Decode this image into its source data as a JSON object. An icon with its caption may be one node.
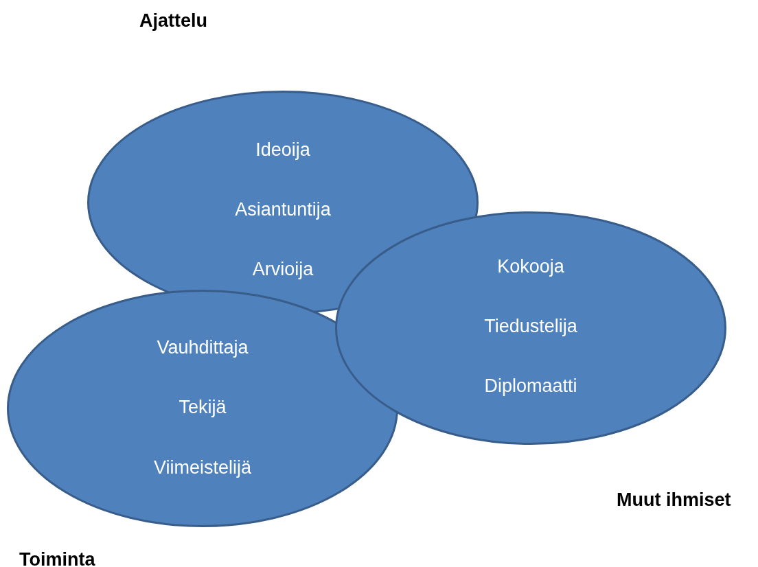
{
  "diagram": {
    "nodes": [
      {
        "text": [
          "Ideoija",
          "Asiantuntija",
          "Arvioija"
        ]
      },
      {
        "text": [
          "Kokooja",
          "Tiedustelija",
          "Diplomaatti"
        ]
      },
      {
        "text": [
          "Vauhdittaja",
          "Tekijä",
          "Viimeistelijä"
        ]
      }
    ],
    "labels": [
      "Ajattelu",
      "Muut ihmiset",
      "Toiminta"
    ]
  }
}
